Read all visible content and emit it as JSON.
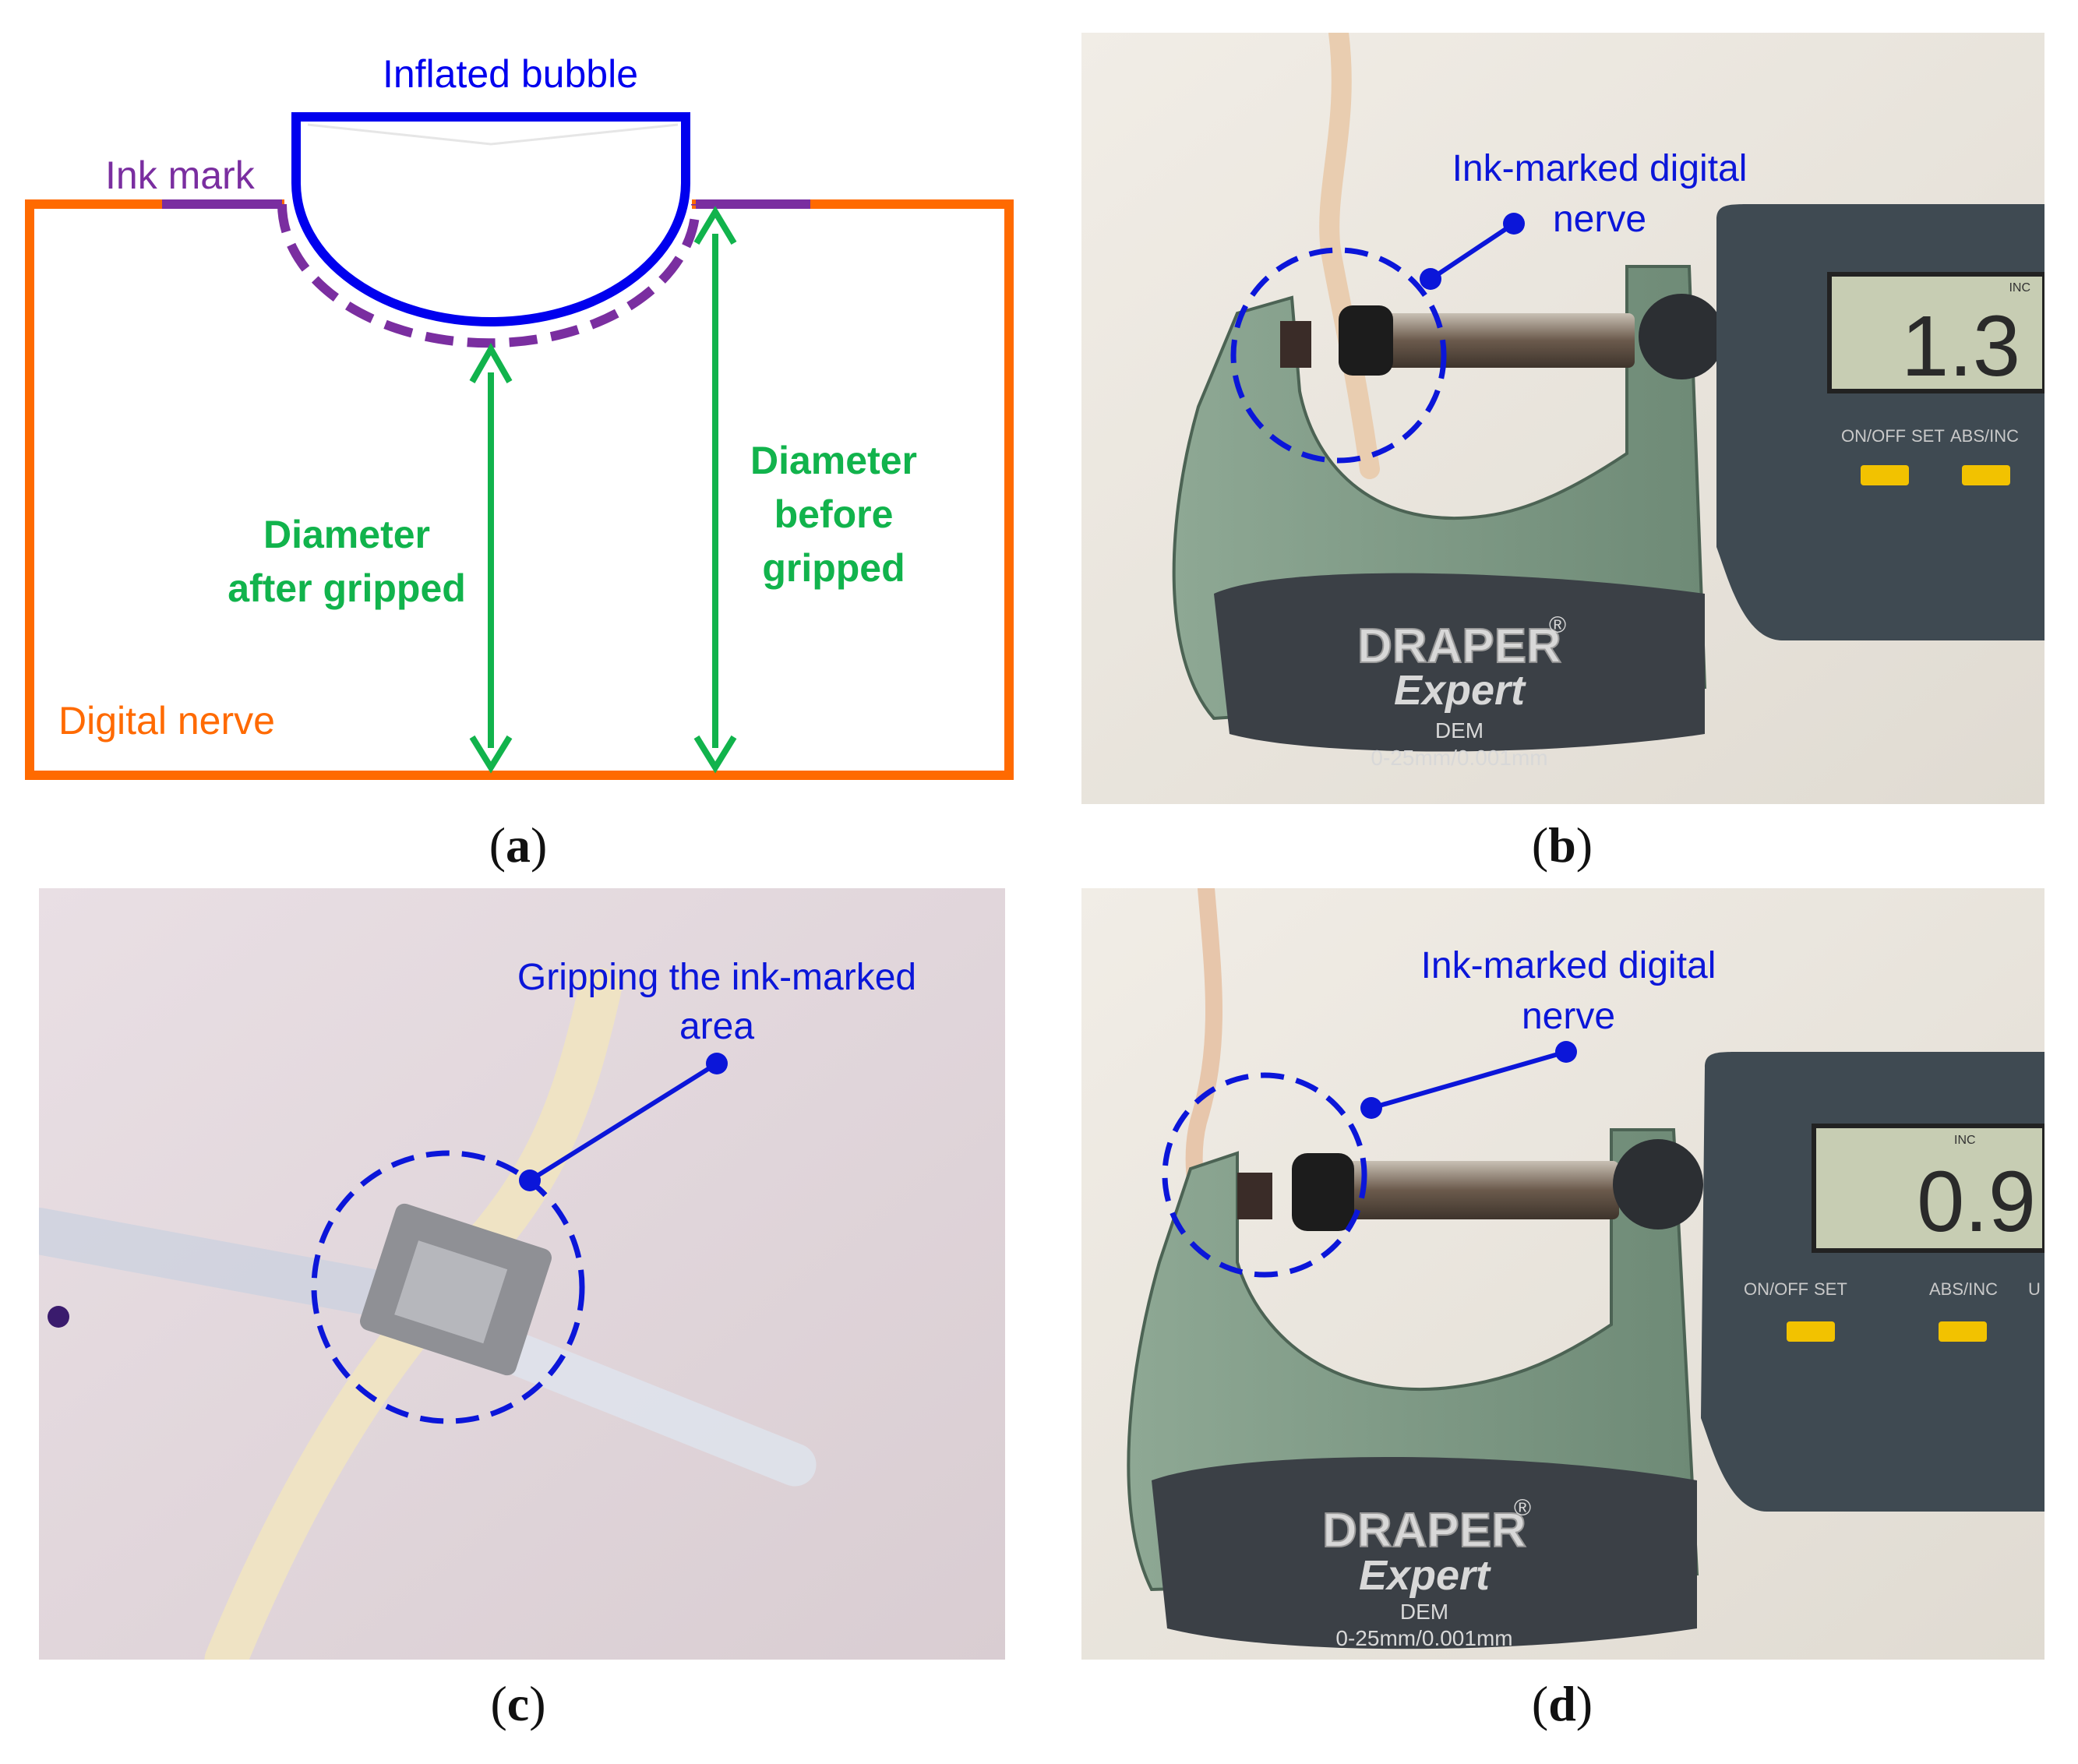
{
  "panel_a": {
    "bubble_label": "Inflated bubble",
    "ink_label": "Ink mark",
    "after_label_1": "Diameter",
    "after_label_2": "after gripped",
    "before_label_1": "Diameter",
    "before_label_2": "before",
    "before_label_3": "gripped",
    "nerve_label": "Digital nerve",
    "colors": {
      "bubble": "#0000ee",
      "ink": "#7a2ea0",
      "nerve": "#ff6a00",
      "arrow": "#11b34c"
    }
  },
  "panel_b": {
    "annotation_1": "Ink-marked digital",
    "annotation_2": "nerve",
    "display_value": "1.3",
    "display_unit": "INC",
    "button_left": "ON/OFF",
    "button_set": "SET",
    "button_right": "ABS/INC",
    "brand_1": "DRAPER",
    "brand_2": "Expert",
    "registered": "®",
    "model": "DEM",
    "range": "0-25mm/0.001mm"
  },
  "panel_c": {
    "annotation_1": "Gripping the ink-marked",
    "annotation_2": "area"
  },
  "panel_d": {
    "annotation_1": "Ink-marked digital",
    "annotation_2": "nerve",
    "display_value": "0.9",
    "display_unit": "INC",
    "button_left": "ON/OFF",
    "button_set": "SET",
    "button_right": "ABS/INC",
    "button_extra": "U",
    "brand_1": "DRAPER",
    "brand_2": "Expert",
    "registered": "®",
    "model": "DEM",
    "range": "0-25mm/0.001mm"
  },
  "captions": {
    "a": "a",
    "b": "b",
    "c": "c",
    "d": "d"
  }
}
